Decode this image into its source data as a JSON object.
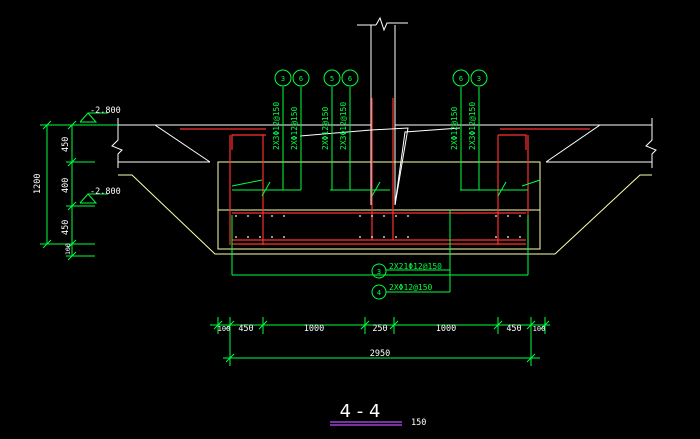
{
  "section": {
    "title": "4 - 4",
    "scale": "150"
  },
  "levels": [
    "-2.800",
    "-2.800"
  ],
  "left_dims": {
    "total": "1200",
    "parts": [
      "450",
      "400",
      "450",
      "100"
    ]
  },
  "bottom_dims": {
    "parts": [
      "100",
      "450",
      "1000",
      "250",
      "1000",
      "450",
      "100"
    ],
    "total": "2950"
  },
  "rebar_tags": {
    "top_left": [
      {
        "mark": "3",
        "text": "2X3Φ12@150"
      },
      {
        "mark": "6",
        "text": "2XΦ12@150"
      },
      {
        "mark": "5",
        "text": "2XΦ12@150"
      },
      {
        "mark": "6",
        "text": "2X3Φ12@150"
      }
    ],
    "top_right": [
      {
        "mark": "6",
        "text": "2XΦ12@150"
      },
      {
        "mark": "3",
        "text": "2X3Φ12@150"
      }
    ],
    "bottom": [
      {
        "mark": "3",
        "text": "2X21Φ12@150"
      },
      {
        "mark": "4",
        "text": "2XΦ12@150"
      }
    ]
  },
  "colors": {
    "background": "#000000",
    "outline": "#ffffaa",
    "concrete": "#ffffff",
    "rebar": "#ff3030",
    "dimension": "#00ff40",
    "text": "#ffffff",
    "title_underline": "#c050ff"
  }
}
